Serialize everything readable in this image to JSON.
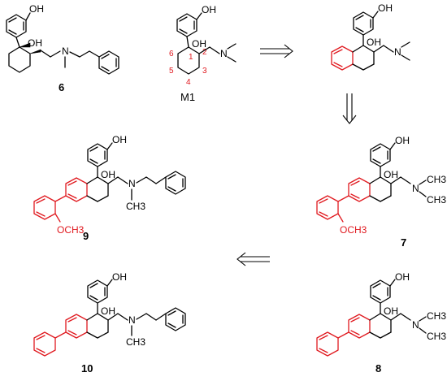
{
  "compounds": {
    "c6": {
      "label": "6",
      "oh_phenol": "OH",
      "oh": "OH",
      "n": "N"
    },
    "m1": {
      "label": "M1",
      "oh_phenol": "OH",
      "oh": "OH",
      "n": "N",
      "ring_numbers": [
        "1",
        "2",
        "3",
        "4",
        "5",
        "6"
      ]
    },
    "m1_tetralin": {
      "oh_phenol": "OH",
      "oh": "OH",
      "n": "N"
    },
    "c9": {
      "label": "9",
      "oh_phenol": "OH",
      "oh": "OH",
      "n": "N",
      "methyl": "CH3",
      "methoxy": "OCH3"
    },
    "c7": {
      "label": "7",
      "oh_phenol": "OH",
      "oh": "OH",
      "n": "N",
      "methyl_a": "CH3",
      "methyl_b": "CH3",
      "methoxy": "OCH3"
    },
    "c10": {
      "label": "10",
      "oh_phenol": "OH",
      "oh": "OH",
      "n": "N",
      "methyl": "CH3"
    },
    "c8": {
      "label": "8",
      "oh_phenol": "OH",
      "oh": "OH",
      "n": "N",
      "methyl_a": "CH3",
      "methyl_b": "CH3"
    }
  },
  "colors": {
    "bond": "#000000",
    "highlight": "#e0191f"
  },
  "arrows": [
    {
      "id": "retro-arrow-right",
      "direction": "right",
      "style": "retrosynthetic"
    },
    {
      "id": "retro-arrow-down",
      "direction": "down",
      "style": "retrosynthetic"
    },
    {
      "id": "retro-arrow-left",
      "direction": "left",
      "style": "retrosynthetic"
    }
  ]
}
